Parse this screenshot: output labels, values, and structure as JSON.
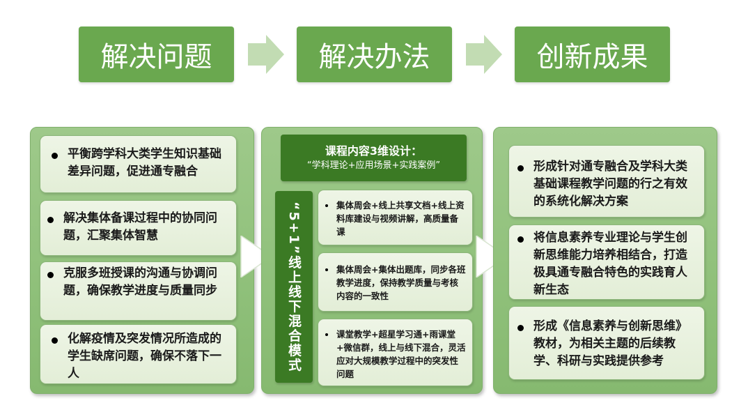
{
  "headers": {
    "problem": "解决问题",
    "method": "解决办法",
    "result": "创新成果"
  },
  "problems": [
    "平衡跨学科大类学生知识基础差异问题，促进通专融合",
    "解决集体备课过程中的协同问题，汇聚集体智慧",
    "克服多班授课的沟通与协调问题，确保教学进度与质量同步",
    "化解疫情及突发情况所造成的学生缺席问题，确保不落下一人"
  ],
  "methods": {
    "title": "课程内容3维设计：",
    "subtitle": "“学科理论+应用场景+实践案例”",
    "mode": "“5+1”线上线下混合模式",
    "items": [
      "集体周会+线上共享文档+线上资料库建设与视频讲解，高质量备课",
      "集体周会+集体出题库，同步各班教学进度，保持教学质量与考核内容的一致性",
      "课堂教学+超星学习通+雨课堂+微信群，线上与线下混合，灵活应对大规模教学过程中的突发性问题"
    ]
  },
  "results": [
    "形成针对通专融合及学科大类基础课程教学问题的行之有效的系统化解决方案",
    "将信息素养专业理论与学生创新思维能力培养相结合，打造极具通专融合特色的实践育人新生态",
    "形成《信息素养与创新思维》教材，为相关主题的后续教学、科研与实践提供参考"
  ]
}
